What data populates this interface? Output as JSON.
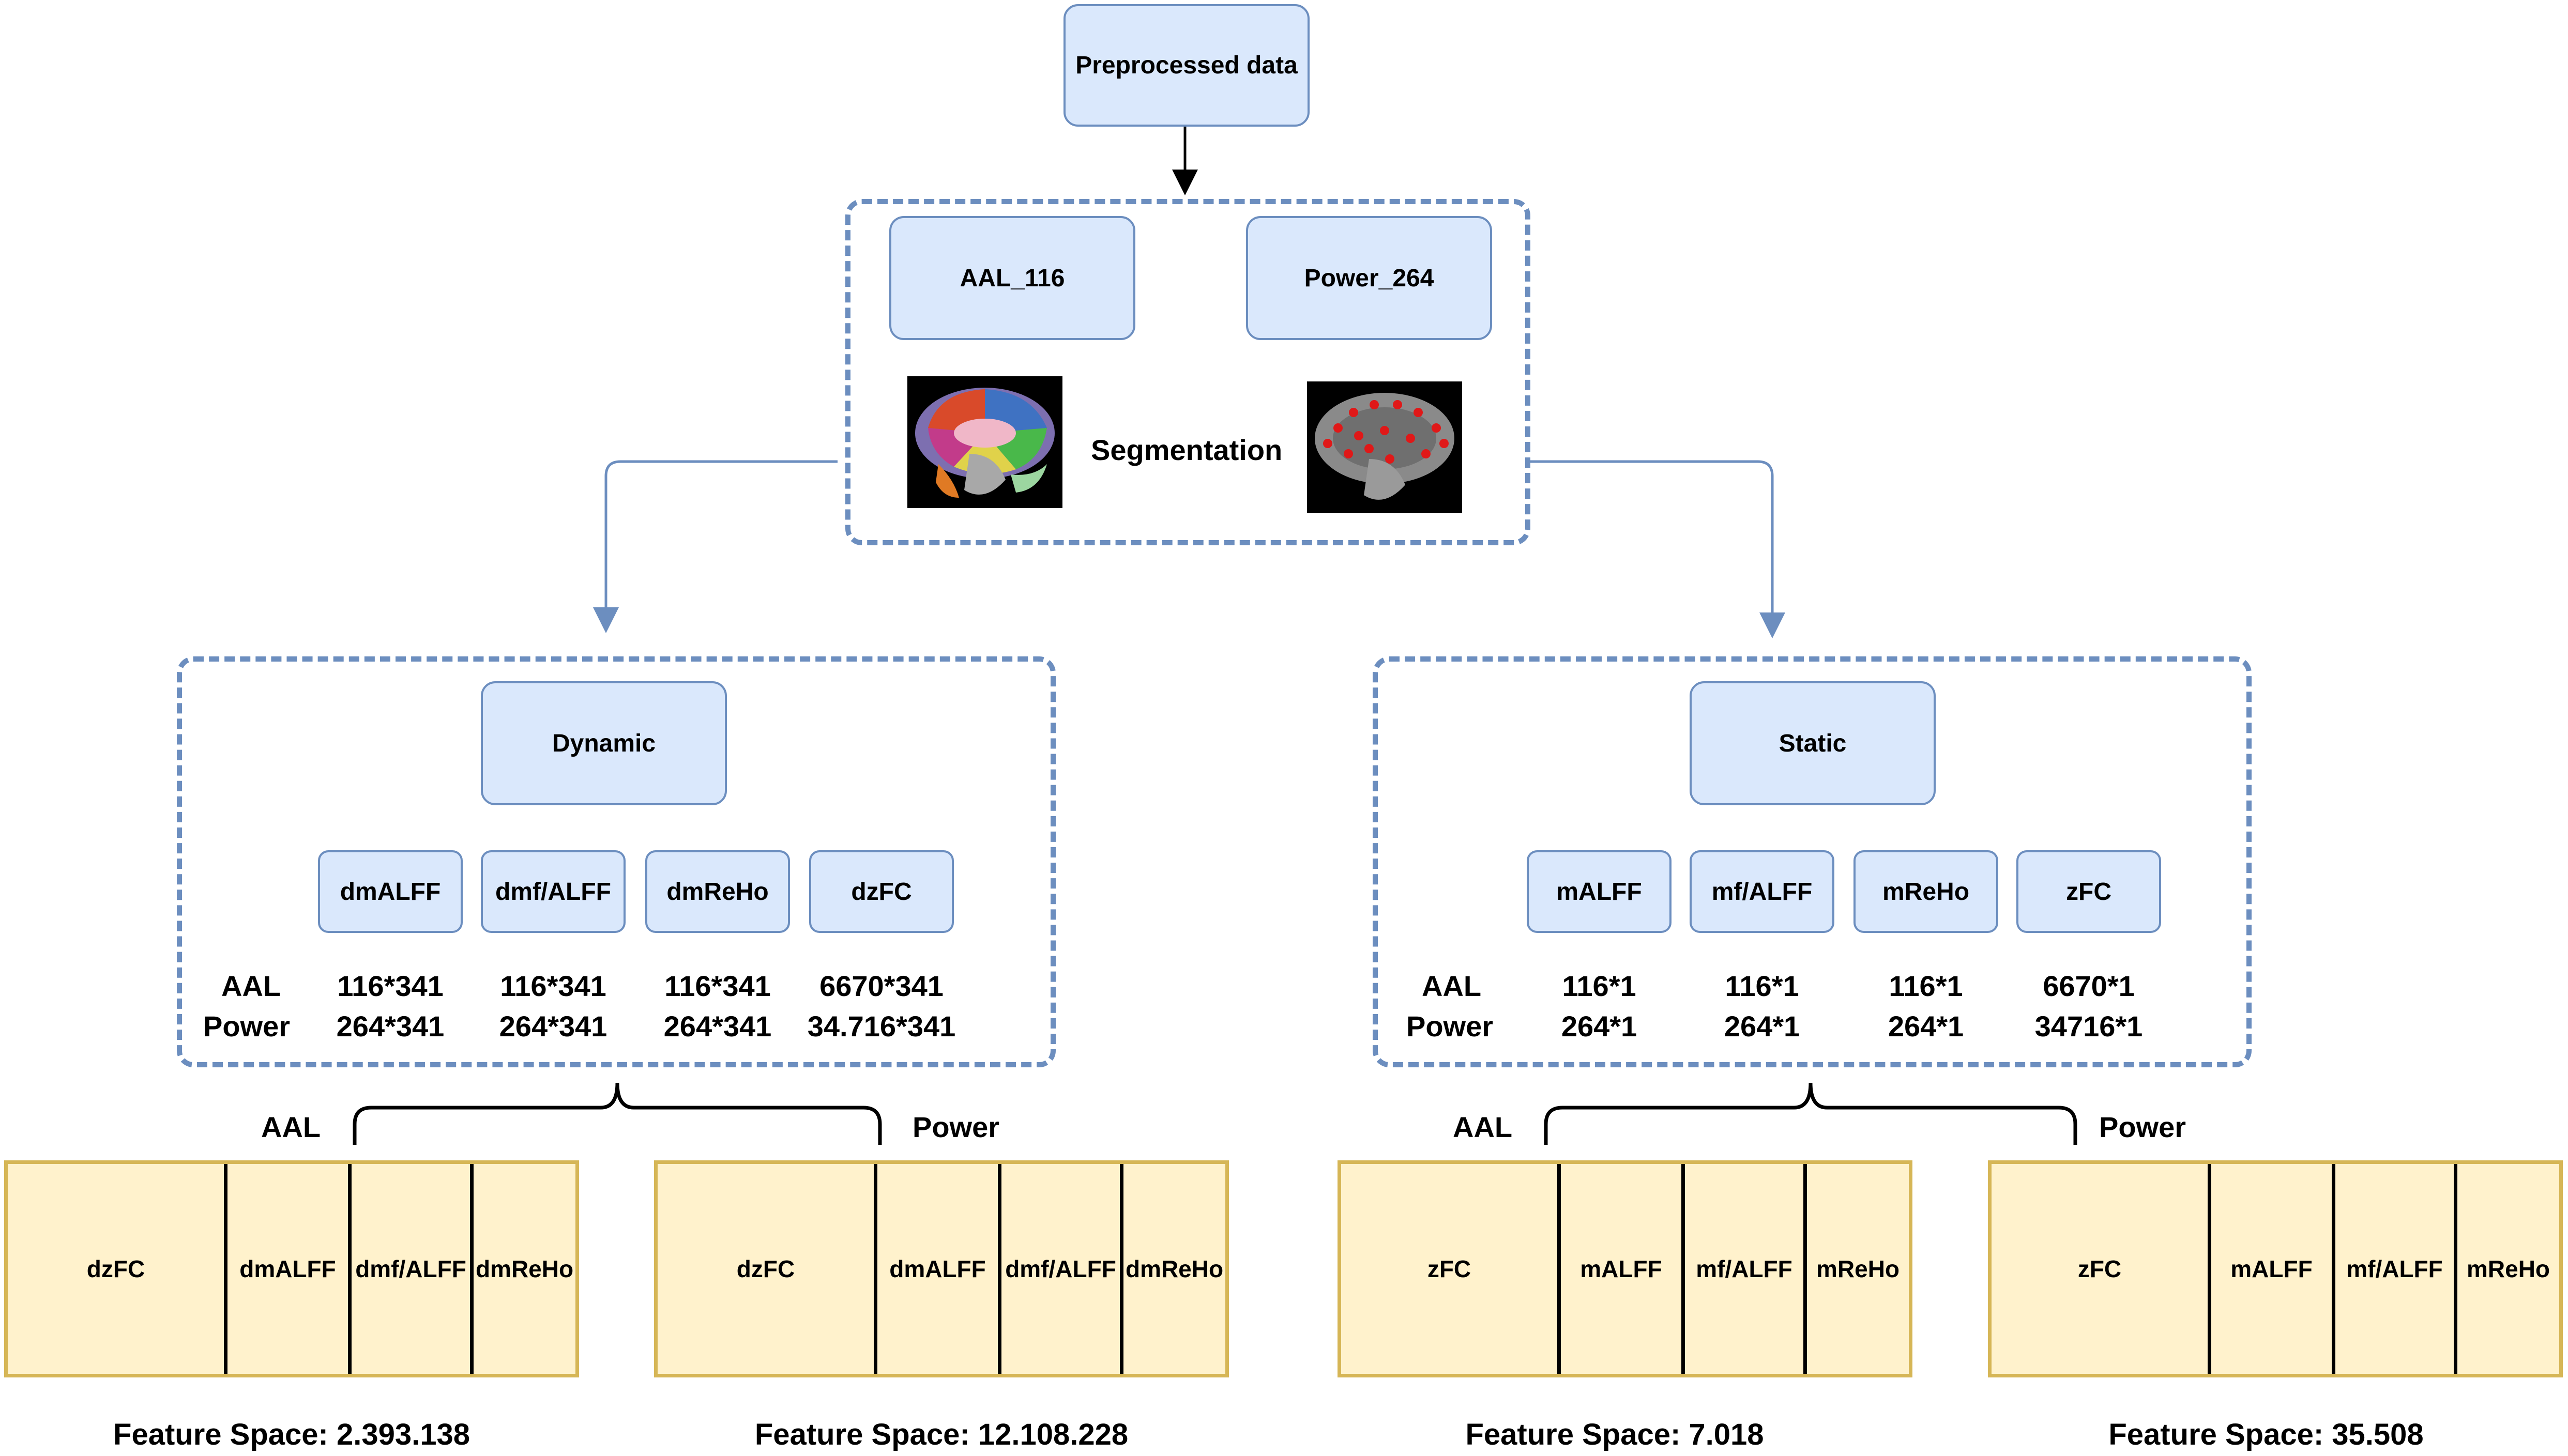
{
  "top": {
    "preprocessed": "Preprocessed data"
  },
  "atlas": {
    "aal": "AAL_116",
    "power": "Power_264",
    "segmentation": "Segmentation",
    "aal_image_icon": "aal-brain-parcellation-image",
    "power_image_icon": "power-brain-nodes-image"
  },
  "dynamic": {
    "title": "Dynamic",
    "features": [
      "dmALFF",
      "dmf/ALFF",
      "dmReHo",
      "dzFC"
    ],
    "row_aal_label": "AAL",
    "row_power_label": "Power",
    "aal_dims": [
      "116*341",
      "116*341",
      "116*341",
      "6670*341"
    ],
    "power_dims": [
      "264*341",
      "264*341",
      "264*341",
      "34.716*341"
    ]
  },
  "static": {
    "title": "Static",
    "features": [
      "mALFF",
      "mf/ALFF",
      "mReHo",
      "zFC"
    ],
    "row_aal_label": "AAL",
    "row_power_label": "Power",
    "aal_dims": [
      "116*1",
      "116*1",
      "116*1",
      "6670*1"
    ],
    "power_dims": [
      "264*1",
      "264*1",
      "264*1",
      "34716*1"
    ]
  },
  "brace_labels": {
    "dyn_aal": "AAL",
    "dyn_power": "Power",
    "sta_aal": "AAL",
    "sta_power": "Power"
  },
  "feature_spaces": [
    {
      "cells": [
        "dzFC",
        "dmALFF",
        "dmf/ALFF",
        "dmReHo"
      ],
      "caption": "Feature Space: 2.393.138"
    },
    {
      "cells": [
        "dzFC",
        "dmALFF",
        "dmf/ALFF",
        "dmReHo"
      ],
      "caption": "Feature Space: 12.108.228"
    },
    {
      "cells": [
        "zFC",
        "mALFF",
        "mf/ALFF",
        "mReHo"
      ],
      "caption": "Feature Space: 7.018"
    },
    {
      "cells": [
        "zFC",
        "mALFF",
        "mf/ALFF",
        "mReHo"
      ],
      "caption": "Feature Space: 35.508"
    }
  ],
  "colors": {
    "blue_fill": "#dae8fc",
    "blue_border": "#6c8ebf",
    "yellow_fill": "#fff2cc",
    "yellow_border": "#d6b656"
  }
}
